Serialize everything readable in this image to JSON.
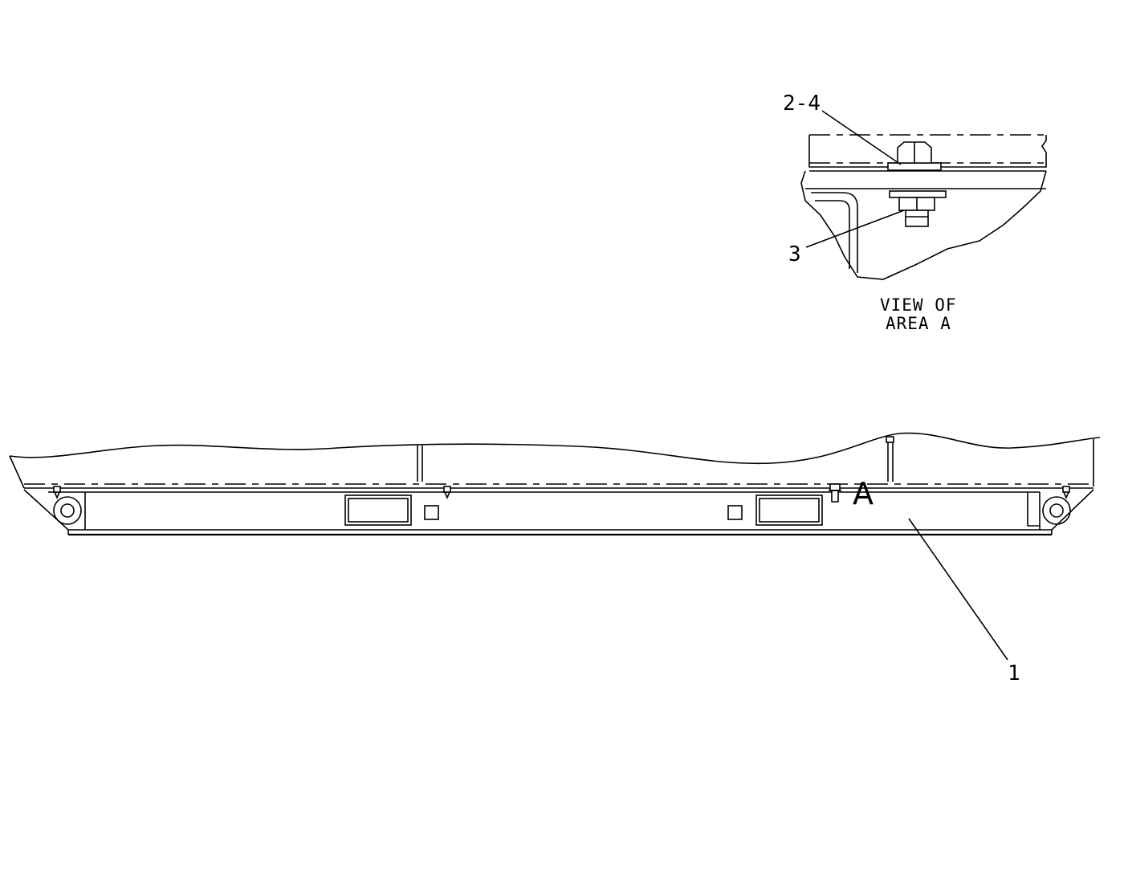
{
  "callouts": {
    "c_2_4": "2-4",
    "c_3": "3",
    "c_1": "1",
    "area_marker": "A"
  },
  "detail_view": {
    "caption_line1": "VIEW OF",
    "caption_line2": "AREA A"
  }
}
